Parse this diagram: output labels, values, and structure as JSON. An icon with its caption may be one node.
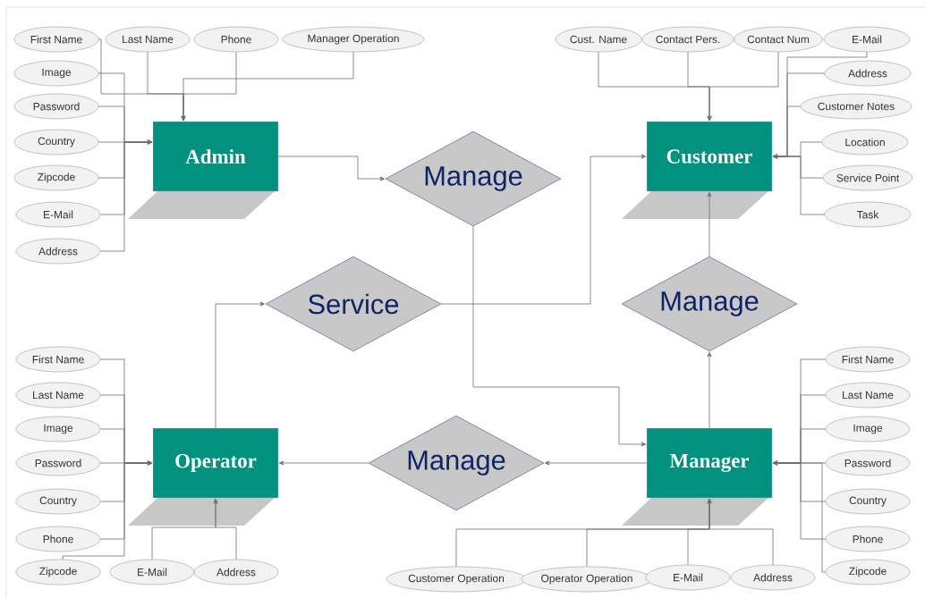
{
  "diagram": {
    "nodes": [
      {
        "text": [
          "Admin"
        ]
      },
      {
        "text": [
          "Customer"
        ]
      },
      {
        "text": [
          "Operator"
        ]
      },
      {
        "text": [
          "Manager"
        ]
      },
      {
        "text": [
          "Manage"
        ]
      },
      {
        "text": [
          "Service"
        ]
      },
      {
        "text": [
          "Manage"
        ]
      },
      {
        "text": [
          "Manage"
        ]
      },
      {
        "text": [
          "First Name"
        ]
      },
      {
        "text": [
          "Last Name"
        ]
      },
      {
        "text": [
          "Phone"
        ]
      },
      {
        "text": [
          "Manager Operation"
        ]
      },
      {
        "text": [
          "Image"
        ]
      },
      {
        "text": [
          "Password"
        ]
      },
      {
        "text": [
          "Country"
        ]
      },
      {
        "text": [
          "Zipcode"
        ]
      },
      {
        "text": [
          "E-Mail"
        ]
      },
      {
        "text": [
          "Address"
        ]
      },
      {
        "text": [
          "Cust. Name"
        ]
      },
      {
        "text": [
          "Contact Pers."
        ]
      },
      {
        "text": [
          "Contact Num"
        ]
      },
      {
        "text": [
          "E-Mail"
        ]
      },
      {
        "text": [
          "Address"
        ]
      },
      {
        "text": [
          "Customer Notes"
        ]
      },
      {
        "text": [
          "Location"
        ]
      },
      {
        "text": [
          "Service Point"
        ]
      },
      {
        "text": [
          "Task"
        ]
      },
      {
        "text": [
          "First Name"
        ]
      },
      {
        "text": [
          "Last Name"
        ]
      },
      {
        "text": [
          "Image"
        ]
      },
      {
        "text": [
          "Password"
        ]
      },
      {
        "text": [
          "Country"
        ]
      },
      {
        "text": [
          "Phone"
        ]
      },
      {
        "text": [
          "Zipcode"
        ]
      },
      {
        "text": [
          "E-Mail"
        ]
      },
      {
        "text": [
          "Address"
        ]
      },
      {
        "text": [
          "First Name"
        ]
      },
      {
        "text": [
          "Last Name"
        ]
      },
      {
        "text": [
          "Image"
        ]
      },
      {
        "text": [
          "Password"
        ]
      },
      {
        "text": [
          "Country"
        ]
      },
      {
        "text": [
          "Phone"
        ]
      },
      {
        "text": [
          "Zipcode"
        ]
      },
      {
        "text": [
          "Customer Operation"
        ]
      },
      {
        "text": [
          "Operator Operation"
        ]
      },
      {
        "text": [
          "E-Mail"
        ]
      },
      {
        "text": [
          "Address"
        ]
      }
    ],
    "edges": [
      {
        "from": 0,
        "to": 4,
        "arrow": "to"
      },
      {
        "from": 4,
        "to": 3,
        "arrow": "to"
      },
      {
        "from": 5,
        "to": 1,
        "arrow": "to"
      },
      {
        "from": 2,
        "to": 5,
        "arrow": "to"
      },
      {
        "from": 3,
        "to": 6,
        "arrow": "to"
      },
      {
        "from": 6,
        "to": 1,
        "arrow": "to"
      },
      {
        "from": 3,
        "to": 7,
        "arrow": "to"
      },
      {
        "from": 7,
        "to": 2,
        "arrow": "to"
      },
      {
        "from": 8,
        "to": 0,
        "arrow": "to"
      },
      {
        "from": 9,
        "to": 0,
        "arrow": "to"
      },
      {
        "from": 10,
        "to": 0,
        "arrow": "to"
      },
      {
        "from": 11,
        "to": 0,
        "arrow": "to"
      },
      {
        "from": 12,
        "to": 0,
        "arrow": "to"
      },
      {
        "from": 13,
        "to": 0,
        "arrow": "to"
      },
      {
        "from": 14,
        "to": 0,
        "arrow": "to"
      },
      {
        "from": 15,
        "to": 0,
        "arrow": "to"
      },
      {
        "from": 16,
        "to": 0,
        "arrow": "to"
      },
      {
        "from": 17,
        "to": 0,
        "arrow": "to"
      },
      {
        "from": 18,
        "to": 1,
        "arrow": "to"
      },
      {
        "from": 19,
        "to": 1,
        "arrow": "to"
      },
      {
        "from": 20,
        "to": 1,
        "arrow": "to"
      },
      {
        "from": 21,
        "to": 1,
        "arrow": "to"
      },
      {
        "from": 22,
        "to": 1,
        "arrow": "to"
      },
      {
        "from": 23,
        "to": 1,
        "arrow": "to"
      },
      {
        "from": 24,
        "to": 1,
        "arrow": "to"
      },
      {
        "from": 25,
        "to": 1,
        "arrow": "to"
      },
      {
        "from": 26,
        "to": 1,
        "arrow": "to"
      },
      {
        "from": 27,
        "to": 2,
        "arrow": "to"
      },
      {
        "from": 28,
        "to": 2,
        "arrow": "to"
      },
      {
        "from": 29,
        "to": 2,
        "arrow": "to"
      },
      {
        "from": 30,
        "to": 2,
        "arrow": "to"
      },
      {
        "from": 31,
        "to": 2,
        "arrow": "to"
      },
      {
        "from": 32,
        "to": 2,
        "arrow": "to"
      },
      {
        "from": 33,
        "to": 2,
        "arrow": "to"
      },
      {
        "from": 34,
        "to": 2,
        "arrow": "to"
      },
      {
        "from": 35,
        "to": 2,
        "arrow": "to"
      },
      {
        "from": 36,
        "to": 3,
        "arrow": "to"
      },
      {
        "from": 37,
        "to": 3,
        "arrow": "to"
      },
      {
        "from": 38,
        "to": 3,
        "arrow": "to"
      },
      {
        "from": 39,
        "to": 3,
        "arrow": "to"
      },
      {
        "from": 40,
        "to": 3,
        "arrow": "to"
      },
      {
        "from": 41,
        "to": 3,
        "arrow": "to"
      },
      {
        "from": 42,
        "to": 3,
        "arrow": "to"
      },
      {
        "from": 43,
        "to": 3,
        "arrow": "to"
      },
      {
        "from": 44,
        "to": 3,
        "arrow": "to"
      },
      {
        "from": 45,
        "to": 3,
        "arrow": "to"
      },
      {
        "from": 46,
        "to": 3,
        "arrow": "to"
      }
    ]
  }
}
